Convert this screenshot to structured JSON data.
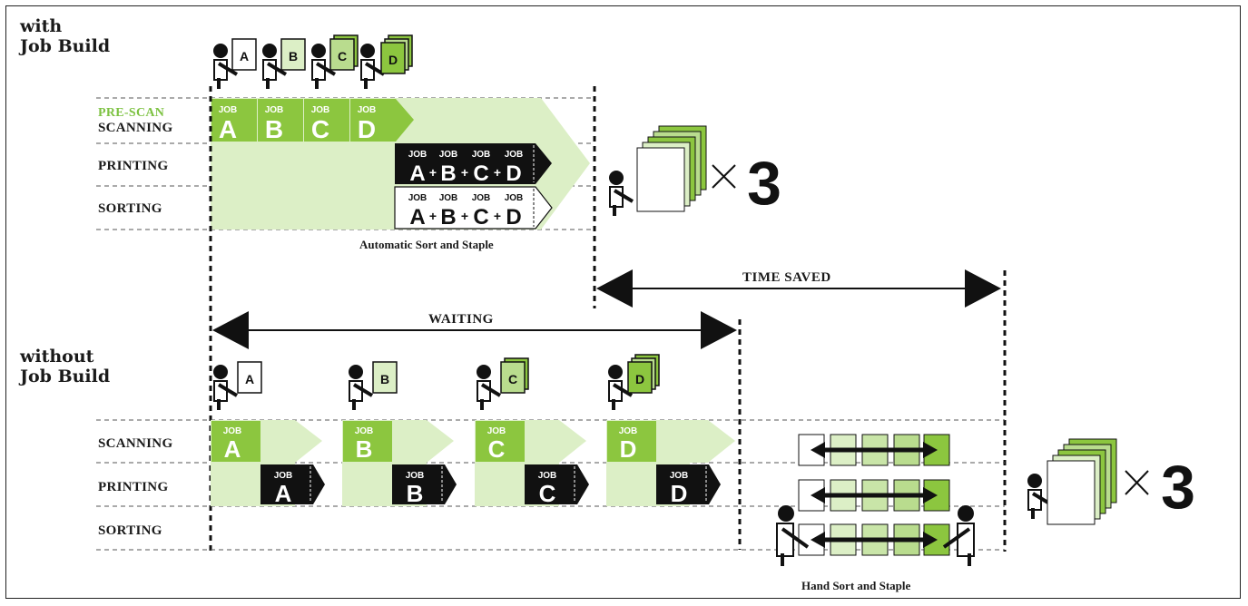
{
  "top_section": {
    "title_line1": "with",
    "title_line2": "Job Build",
    "rows": {
      "prescan": "PRE-SCAN",
      "scanning": "SCANNING",
      "printing": "PRINTING",
      "sorting": "SORTING"
    },
    "job_word": "JOB",
    "jobs": [
      "A",
      "B",
      "C",
      "D"
    ],
    "caption": "Automatic Sort and Staple",
    "multiplier": "3"
  },
  "bottom_section": {
    "title_line1": "without",
    "title_line2": "Job Build",
    "rows": {
      "scanning": "SCANNING",
      "printing": "PRINTING",
      "sorting": "SORTING"
    },
    "job_word": "JOB",
    "jobs": [
      "A",
      "B",
      "C",
      "D"
    ],
    "caption": "Hand Sort and Staple",
    "multiplier": "3"
  },
  "spans": {
    "time_saved": "TIME SAVED",
    "waiting": "WAITING"
  },
  "colors": {
    "green": "#8cc63f",
    "light_green": "#dcefc6",
    "mid_green": "#b9dc8e",
    "black": "#111111"
  }
}
